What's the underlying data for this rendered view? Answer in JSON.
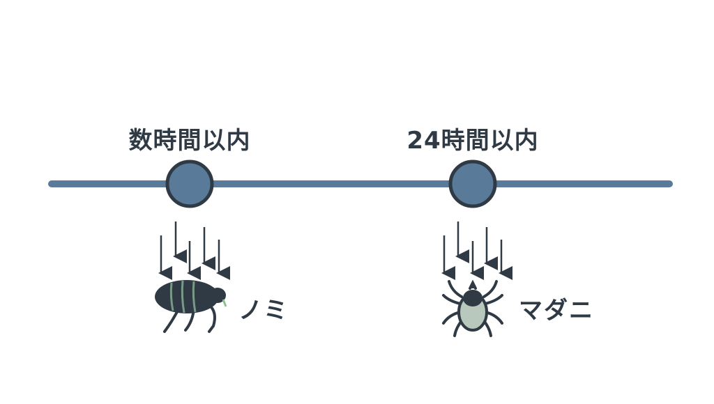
{
  "timeline": {
    "color": "#5a7a9a",
    "node_stroke": "#2f3a44",
    "milestones": [
      {
        "time_label": "数時間以内",
        "pest_label": "ノミ",
        "pest_icon": "flea-icon"
      },
      {
        "time_label": "24時間以内",
        "pest_label": "マダニ",
        "pest_icon": "tick-icon"
      }
    ]
  }
}
